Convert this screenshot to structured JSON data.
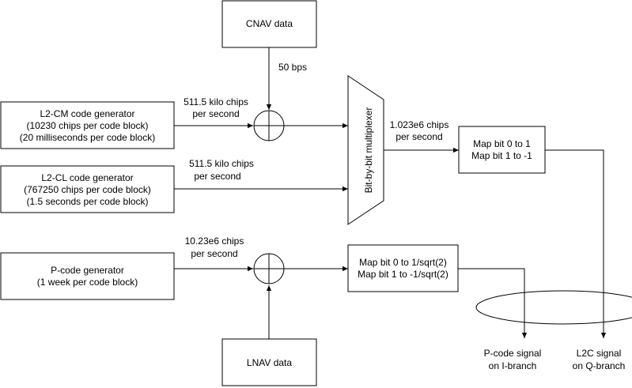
{
  "blocks": {
    "cnav": {
      "label": "CNAV data"
    },
    "lnav": {
      "label": "LNAV data"
    },
    "l2cm": {
      "line1": "L2-CM code generator",
      "line2": "(10230 chips per code block)",
      "line3": "(20 milliseconds per code block)"
    },
    "l2cl": {
      "line1": "L2-CL code generator",
      "line2": "(767250 chips per code block)",
      "line3": "(1.5 seconds per code block)"
    },
    "pcode": {
      "line1": "P-code generator",
      "line2": "(1 week per code block)"
    },
    "mux": {
      "label": "Bit-by-bit multiplexer"
    },
    "map_q": {
      "line1": "Map bit 0 to 1",
      "line2": "Map bit 1 to -1"
    },
    "map_i": {
      "line1": "Map bit 0 to 1/sqrt(2)",
      "line2": "Map bit 1 to -1/sqrt(2)"
    }
  },
  "labels": {
    "cnav_rate": "50 bps",
    "l2cm_rate_1": "511.5 kilo chips",
    "l2cm_rate_2": "per second",
    "l2cl_rate_1": "511.5 kilo chips",
    "l2cl_rate_2": "per second",
    "mux_rate_1": "1.023e6 chips",
    "mux_rate_2": "per second",
    "pcode_rate_1": "10.23e6 chips",
    "pcode_rate_2": "per second"
  },
  "outputs": {
    "i_branch_1": "P-code signal",
    "i_branch_2": "on I-branch",
    "q_branch_1": "L2C signal",
    "q_branch_2": "on Q-branch"
  }
}
